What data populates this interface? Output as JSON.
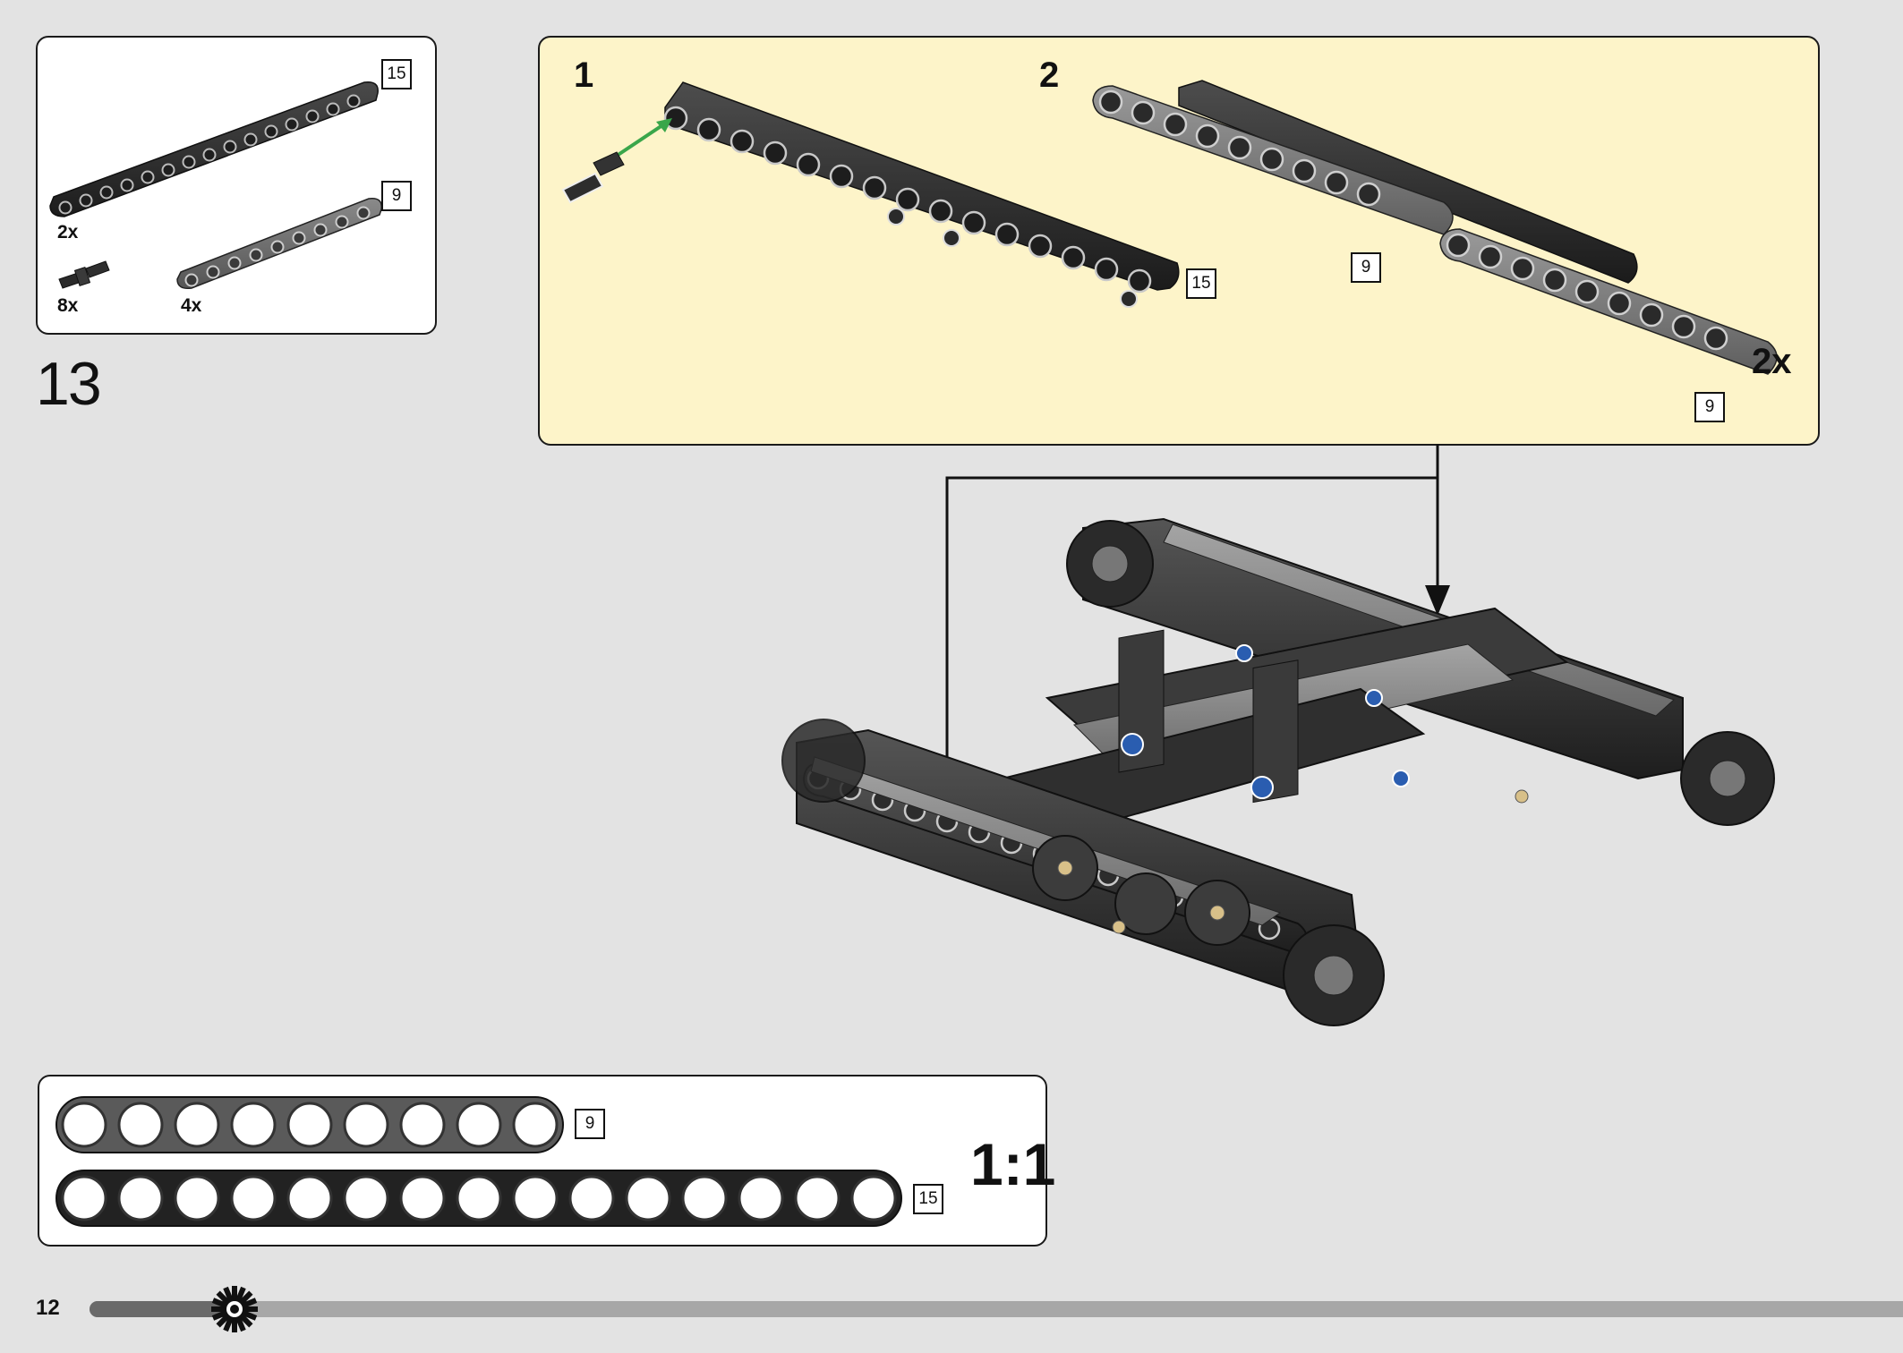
{
  "page": {
    "step_number": "13",
    "page_number": "12",
    "progress": 0.08
  },
  "parts_list": {
    "items": [
      {
        "qty": "2x",
        "length": "15",
        "part": "beam-15-black"
      },
      {
        "qty": "8x",
        "length": "",
        "part": "friction-pin-black"
      },
      {
        "qty": "4x",
        "length": "9",
        "part": "beam-9-grey"
      }
    ]
  },
  "subassembly": {
    "step1_label": "1",
    "step2_label": "2",
    "multiplier": "2x",
    "step1_beam_length": "15",
    "step2_beam_top_length": "9",
    "step2_beam_bottom_length": "9"
  },
  "ruler": {
    "scale_label": "1:1",
    "beams": [
      {
        "length": "9",
        "holes": 9,
        "color": "#5a5a5a"
      },
      {
        "length": "15",
        "holes": 15,
        "color": "#222222"
      }
    ]
  },
  "colors": {
    "background": "#e3e3e3",
    "subassembly_panel": "#fdf4c9",
    "beam_black": "#2a2a2a",
    "beam_grey": "#6e6e6e",
    "arrow_green": "#3aa64a",
    "pin_blue": "#2a5db0",
    "pin_tan": "#d8c089"
  }
}
